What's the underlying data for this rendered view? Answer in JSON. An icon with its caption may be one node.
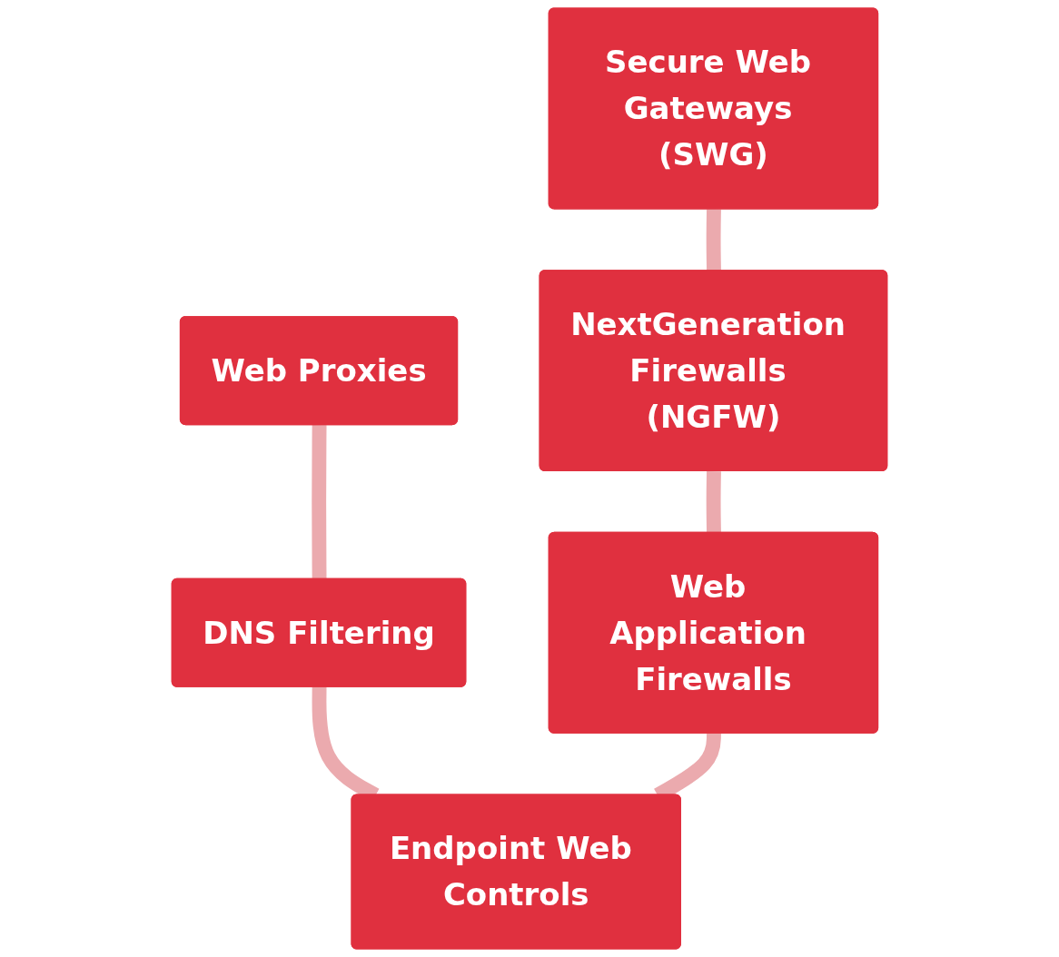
{
  "diagram": {
    "nodes": [
      {
        "text": [
          "Secure Web Gateways (SWG)"
        ]
      },
      {
        "text": [
          "Web Proxies"
        ]
      },
      {
        "text": [
          "NextGeneration Firewalls (NGFW)"
        ]
      },
      {
        "text": [
          "DNS Filtering"
        ]
      },
      {
        "text": [
          "Web Application Firewalls"
        ]
      },
      {
        "text": [
          "Endpoint Web Controls"
        ]
      }
    ],
    "edges": [
      {
        "from": 0,
        "to": 2,
        "arrow": "none"
      },
      {
        "from": 1,
        "to": 3,
        "arrow": "none"
      },
      {
        "from": 2,
        "to": 4,
        "arrow": "none"
      },
      {
        "from": 3,
        "to": 5,
        "arrow": "none"
      },
      {
        "from": 4,
        "to": 5,
        "arrow": "none"
      }
    ]
  }
}
